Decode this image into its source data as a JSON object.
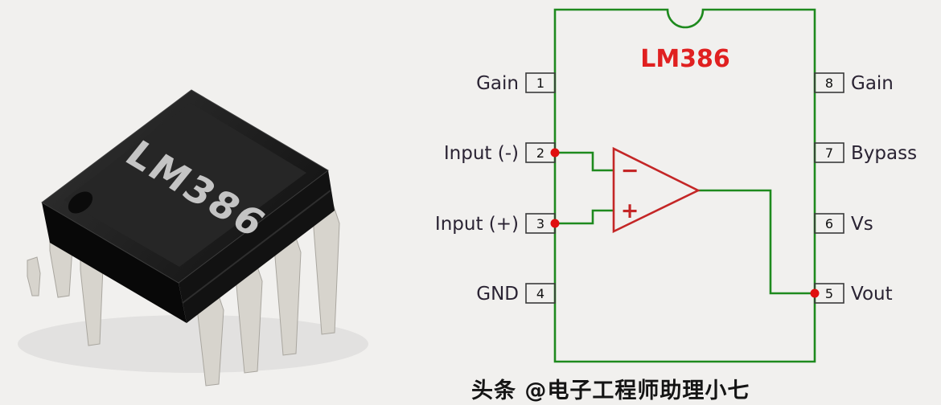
{
  "chip_photo": {
    "label": "LM386"
  },
  "diagram": {
    "title": "LM386",
    "left_pins": [
      {
        "number": "1",
        "label": "Gain"
      },
      {
        "number": "2",
        "label": "Input (-)"
      },
      {
        "number": "3",
        "label": "Input (+)"
      },
      {
        "number": "4",
        "label": "GND"
      }
    ],
    "right_pins": [
      {
        "number": "8",
        "label": "Gain"
      },
      {
        "number": "7",
        "label": "Bypass"
      },
      {
        "number": "6",
        "label": "Vs"
      },
      {
        "number": "5",
        "label": "Vout"
      }
    ],
    "opamp": {
      "minus_label": "−",
      "plus_label": "+"
    }
  },
  "watermark": "头条 @电子工程师助理小七",
  "colors": {
    "background": "#f1f0ee",
    "chip_body": "#1f1f1f",
    "chip_text": "#c4c4c4",
    "diagram_outline_green": "#1e8a1e",
    "opamp_red": "#c42626",
    "title_red": "#e02020",
    "pin_dot_red": "#e01010",
    "label_dark": "#2a2333"
  }
}
